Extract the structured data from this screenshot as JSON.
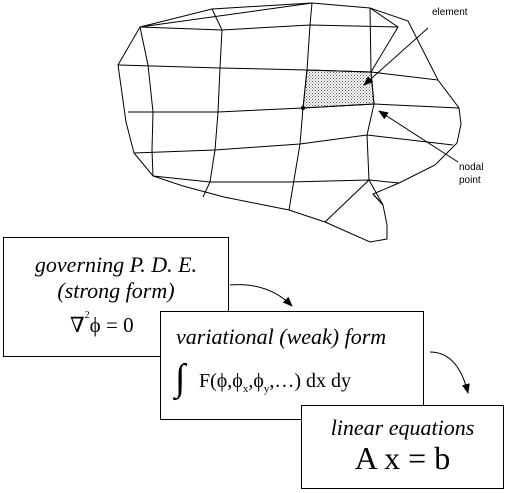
{
  "labels": {
    "element": "element",
    "nodal_line1": "nodal",
    "nodal_line2": "point"
  },
  "box_pde": {
    "line1": "governing P. D. E.",
    "line2": "(strong form)",
    "eq_nabla": "∇",
    "eq_sup": "2",
    "eq_rest": "ϕ = 0"
  },
  "box_weak": {
    "title": "variational (weak) form",
    "integral": "∫",
    "f_open": "F(ϕ,ϕ",
    "sub_x": "x",
    "comma": ",ϕ",
    "sub_y": "y",
    "f_close": ",…) dx dy"
  },
  "box_linear": {
    "title": "linear equations",
    "equation": "A x = b"
  },
  "colors": {
    "line": "#000000",
    "background": "#ffffff",
    "element_fill": "#b0b0b0"
  }
}
